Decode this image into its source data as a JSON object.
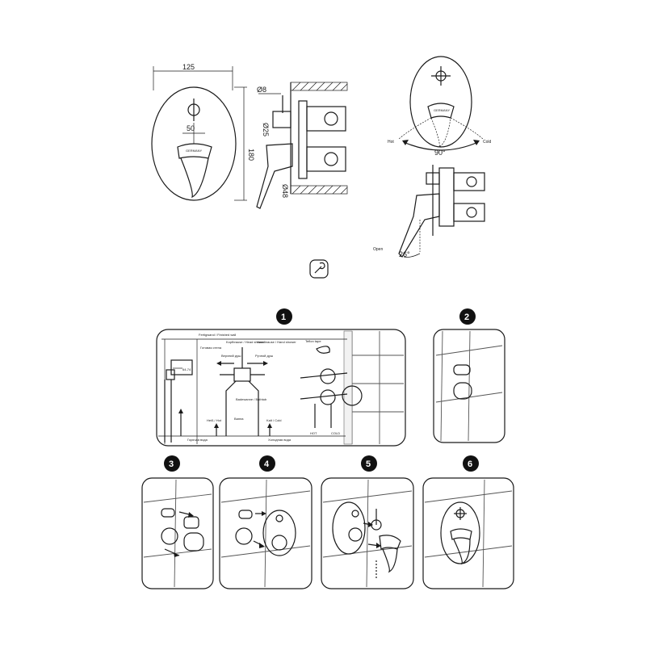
{
  "dimensions": {
    "width": "125",
    "height": "180",
    "spacing": "50",
    "dia_8": "Ø8",
    "dia_25": "Ø25",
    "dia_48": "Ø48"
  },
  "rotation": {
    "hot": "Hot",
    "cold": "Cold",
    "angle": "90°"
  },
  "lever": {
    "open": "Open",
    "angle": "26°"
  },
  "brand_mark": "GERMANY",
  "steps": [
    "1",
    "2",
    "3",
    "4",
    "5",
    "6"
  ],
  "install": {
    "finished_wall": "Fertigwand / Finished wall",
    "finished_wall_ru": "Готовая стена",
    "hand_shower_a": "Kopfbrause / Head shower",
    "hand_shower_b": "Handbrause / Hand shower",
    "top_shower": "Верхний душ",
    "hand_shower_ru": "Ручной душ",
    "depth": "64-74",
    "bathtub": "Badewanne / Bathtub",
    "bathtub_ru": "Ванна",
    "hot_label": "Heiß / Hot",
    "cold_label": "Kalt / Cold",
    "hot_water_ru": "Горячая вода",
    "cold_water_ru": "Холодная вода",
    "teflon": "Teflon tape",
    "hot_short": "HOT",
    "cold_short": "COLD"
  },
  "colors": {
    "line": "#1a1a1a",
    "badge": "#111111",
    "panel_border": "#1a1a1a"
  }
}
